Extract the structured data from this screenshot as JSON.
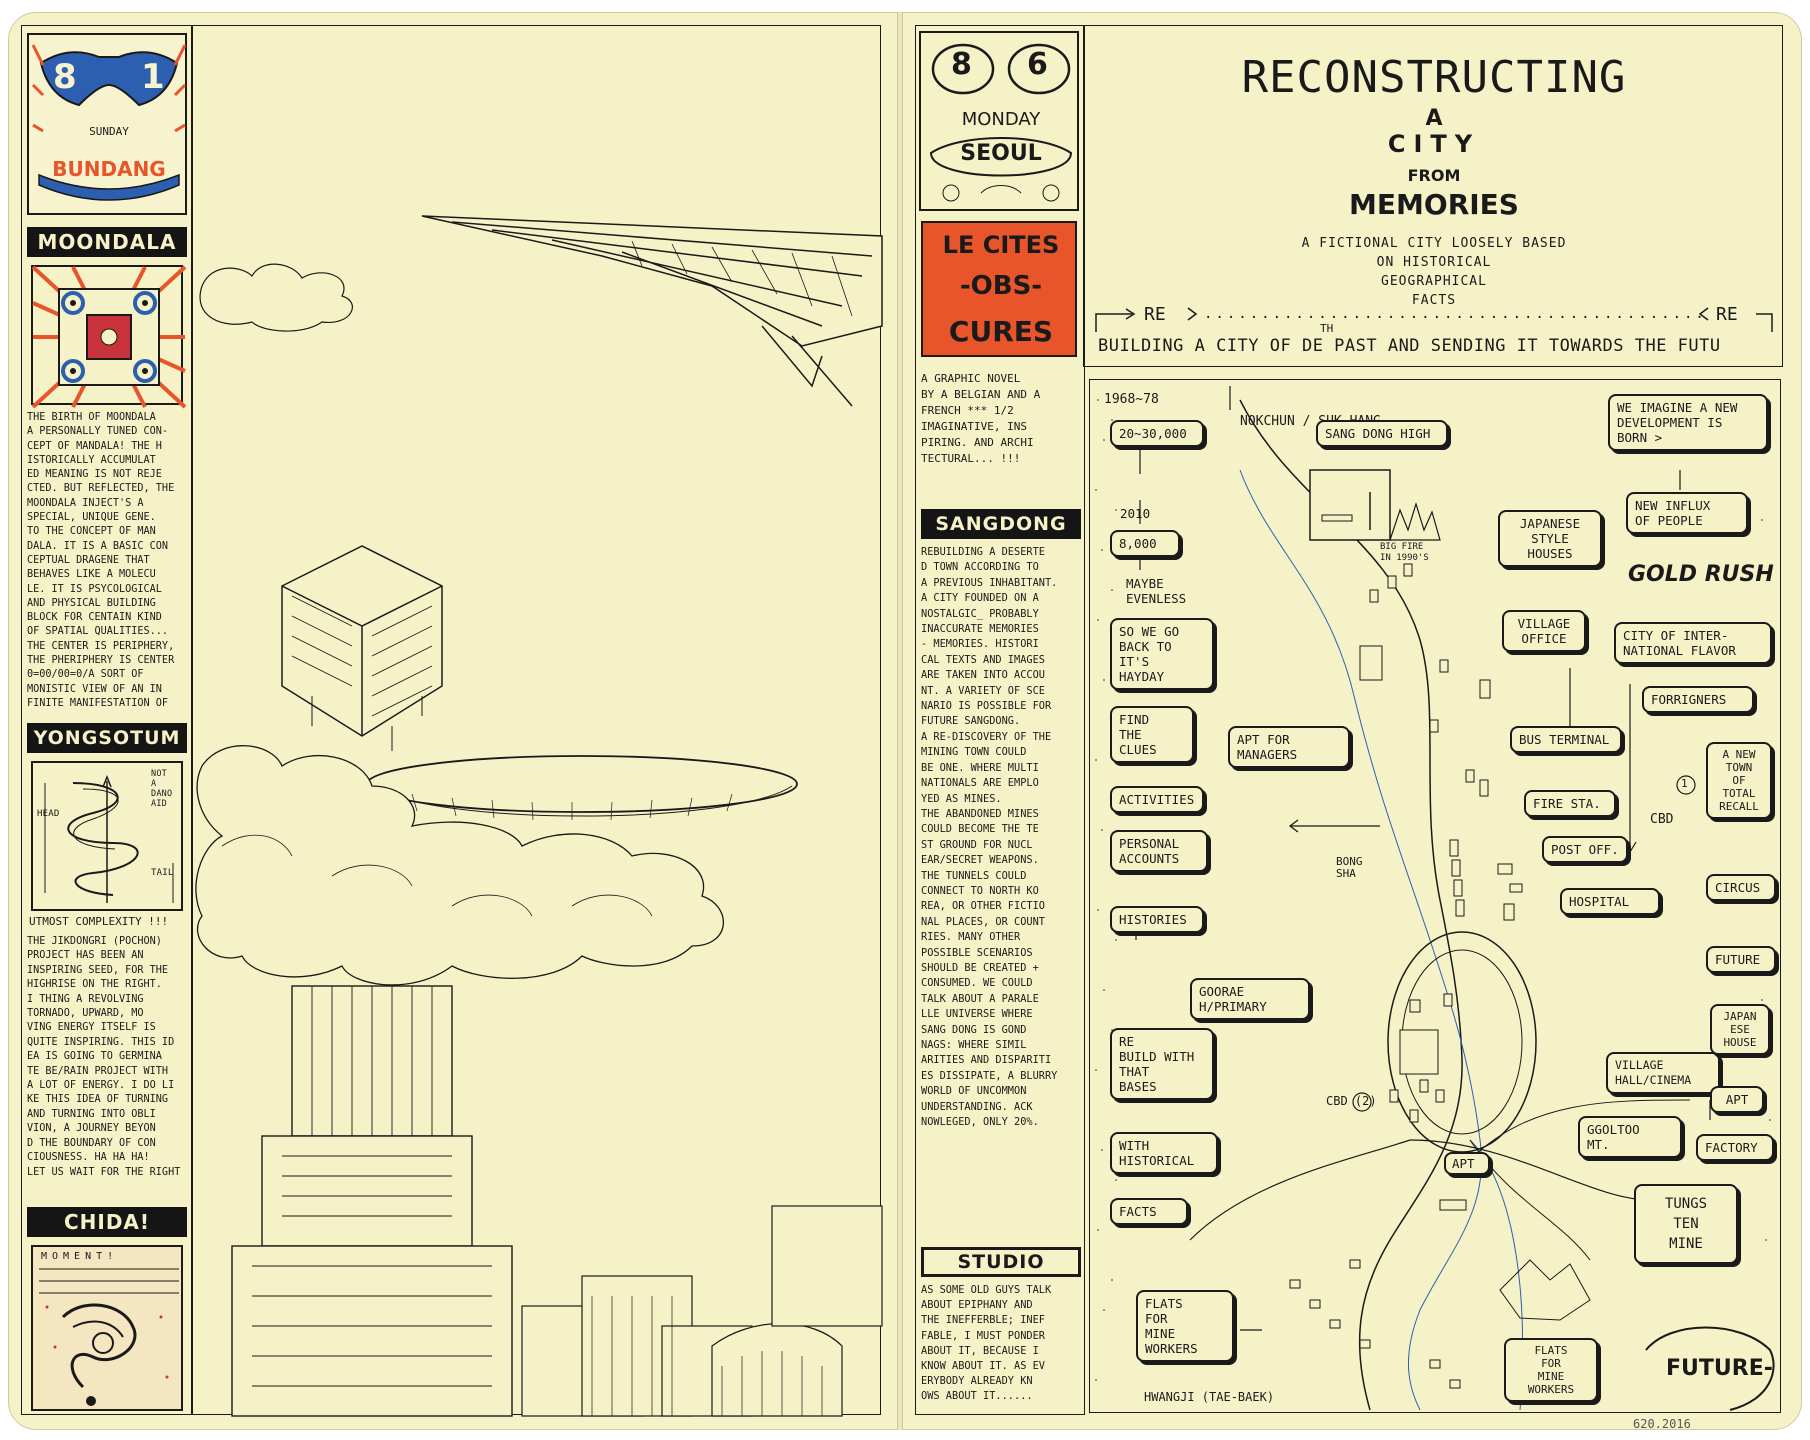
{
  "left_page": {
    "date_badge": {
      "day_left": "8",
      "day_right": "1",
      "weekday": "SUNDAY",
      "place": "BUNDANG"
    },
    "moondala": {
      "heading": "MOONDALA",
      "body": "THE BIRTH OF MOONDALA\nA PERSONALLY TUNED CON-\nCEPT OF MANDALA! THE H\nISTORICALLY ACCUMULAT\nED MEANING IS NOT REJE\nCTED. BUT REFLECTED, THE\nMOONDALA INJECT'S A\nSPECIAL, UNIQUE GENE.\nTO THE CONCEPT OF MAN\nDALA. IT IS A BASIC CON\nCEPTUAL DRAGENE THAT\nBEHAVES LIKE A MOLECU\nLE. IT IS PSYCOLOGICAL\nAND PHYSICAL BUILDING\nBLOCK FOR CENTAIN KIND\nOF SPATIAL QUALITIES...\nTHE CENTER IS PERIPHERY,\nTHE PHERIPHERY IS CENTER\n0=00/00=0/A SORT OF\nMONISTIC VIEW OF AN IN\nFINITE MANIFESTATION OF"
    },
    "yongsotum": {
      "heading": "YONGSOTUM",
      "label_head": "HEAD",
      "label_not": "NOT\nA\nDANO\nAID",
      "label_tail": "TAIL",
      "caption": "UTMOST COMPLEXITY !!!",
      "body": "THE JIKDONGRI (POCHON)\nPROJECT HAS BEEN AN\nINSPIRING SEED, FOR THE\nHIGHRISE ON THE RIGHT.\nI THING A REVOLVING\nTORNADO, UPWARD, MO\nVING ENERGY ITSELF IS\nQUITE INSPIRING. THIS ID\nEA IS GOING TO GERMINA\nTE BE/RAIN PROJECT WITH\nA LOT OF ENERGY. I DO LI\nKE THIS IDEA OF TURNING\nAND TURNING INTO OBLI\nVION, A JOURNEY BEYON\nD THE BOUNDARY OF CON\nCIOUSNESS. HA HA HA!\nLET US WAIT FOR THE RIGHT"
    },
    "chida": {
      "heading": "CHIDA!",
      "moment": "MOMENT!"
    }
  },
  "right_page": {
    "date_badge": {
      "day_left": "8",
      "day_right": "6",
      "weekday": "MONDAY",
      "place": "SEOUL"
    },
    "le_cites": {
      "line1": "LE CITES",
      "line2": "-OBS-",
      "line3": "CURES"
    },
    "intro": "A GRAPHIC NOVEL\nBY A BELGIAN AND A\nFRENCH *** 1/2\nIMAGINATIVE, INS\nPIRING. AND ARCHI\nTECTURAL... !!!",
    "sangdong": {
      "heading": "SANGDONG",
      "body": "REBUILDING A DESERTE\nD TOWN ACCORDING TO\nA PREVIOUS INHABITANT.\nA CITY FOUNDED ON A\nNOSTALGIC_ PROBABLY\nINACCURATE MEMORIES\n- MEMORIES. HISTORI\nCAL TEXTS AND IMAGES\nARE TAKEN INTO ACCOU\nNT. A VARIETY OF SCE\nNARIO IS POSSIBLE FOR\nFUTURE SANGDONG.\nA RE-DISCOVERY OF THE\nMINING TOWN COULD\nBE ONE. WHERE MULTI\nNATIONALS ARE EMPLO\nYED AS MINES.\nTHE ABANDONED MINES\nCOULD BECOME THE TE\nST GROUND FOR NUCL\nEAR/SECRET WEAPONS.\nTHE TUNNELS COULD\nCONNECT TO NORTH KO\nREA, OR OTHER FICTIO\nNAL PLACES, OR COUNT\nRIES. MANY OTHER\nPOSSIBLE SCENARIOS\nSHOULD BE CREATED +\nCONSUMED. WE COULD\nTALK ABOUT A PARALE\nLLE UNIVERSE WHERE\nSANG DONG IS GOND\nNAGS: WHERE SIMIL\nARITIES AND DISPARITI\nES DISSIPATE, A BLURRY\nWORLD OF UNCOMMON\nUNDERSTANDING. ACK\nNOWLEGED, ONLY 20%."
    },
    "studio": {
      "heading": "STUDIO",
      "body": "AS SOME OLD GUYS TALK\nABOUT EPIPHANY AND\nTHE INEFFERBLE; INEF\nFABLE, I MUST PONDER\nABOUT IT, BECAUSE I\nKNOW ABOUT IT. AS EV\nERYBODY ALREADY KN\nOWS ABOUT IT......"
    },
    "title": {
      "line1": "RECONSTRUCTING",
      "line2": "A",
      "line3": "CITY",
      "line4": "FROM",
      "line5": "MEMORIES",
      "subtitle": "A FICTIONAL CITY LOOSELY BASED\nON HISTORICAL\nGEOGRAPHICAL\nFACTS",
      "re_left": "RE",
      "re_right": "RE",
      "dotted": "...................................................",
      "tagline": "BUILDING A CITY OF DE PAST AND SENDING IT TOWARDS THE FUTU",
      "tagline_th": "TH"
    },
    "map": {
      "timeline": [
        "1968~78",
        "20~30,000",
        "2010",
        "8,000",
        "MAYBE\nEVENLESS",
        "SO WE GO\nBACK TO IT'S\nHAYDAY",
        "FIND\nTHE\nCLUES",
        "ACTIVITIES",
        "PERSONAL\nACCOUNTS",
        "HISTORIES",
        "RE\nBUILD WITH\nTHAT\nBASES",
        "WITH\nHISTORICAL",
        "FACTS",
        "FLATS\nFOR\nMINE\nWORKERS"
      ],
      "nokchun": "NOKCHUN / SUK-HANG",
      "sangdong_high": "SANG DONG HIGH",
      "big_fire": "BIG FIRE\nIN 1990'S",
      "japanese_houses": "JAPANESE\nSTYLE\nHOUSES",
      "village_office": "VILLAGE\nOFFICE",
      "apt_managers": "APT for\nMANAGERS",
      "bus_terminal": "BUS TERMINAL",
      "fire_station": "FIRE STA.",
      "post_office": "POST OFF.",
      "hospital": "HOSPITAL",
      "bong_sha": "BONG\nSHA",
      "goorae": "GOORAE\nH/PRIMARY",
      "cbd2": "CBD (2)",
      "apt_center": "APT",
      "village_hall": "VILLAGE\nHALL/CINEMA",
      "ggoltoo": "GGOLTOO\nMT.",
      "flats_mine": "FLATS\nFOR\nMINE\nWORKERS",
      "hwangji": "HWANGJI (TAE-BAEK)",
      "right_col": [
        "WE IMAGINE A NEW\nDEVELOPMENT IS\nBORN >",
        "NEW INFLUX\nOF PEOPLE",
        "GOLD RUSH",
        "CITY OF INTER-\nNATIONAL FLAVOR",
        "FORRIGNERS",
        "A NEW\nTOWN\nOF\nTOTAL\nRECALL",
        "CBD",
        "CIRCUS",
        "FUTURE",
        "JAPAN\nESE\nHOUSE",
        "APT",
        "FACTORY",
        "TUNGS\nTEN\nMINE"
      ],
      "future": "FUTURE-",
      "cbd1": "1"
    },
    "catalog_number": "620.2016"
  },
  "colors": {
    "paper": "#f6f2c8",
    "ink": "#1a1a1a",
    "red": "#e8552a",
    "blue": "#2c5fb0"
  }
}
